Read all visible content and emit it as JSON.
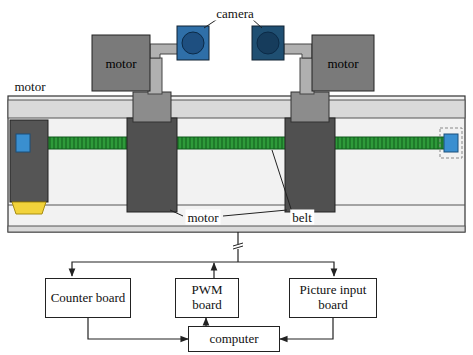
{
  "diagram": {
    "nodes": [
      {
        "text": [
          "Counter board"
        ]
      },
      {
        "text": [
          "PWM board"
        ]
      },
      {
        "text": [
          "Picture input board"
        ]
      },
      {
        "text": [
          "computer"
        ]
      }
    ],
    "edges": [
      {
        "from": 0,
        "to": 3,
        "arrow": "to"
      },
      {
        "from": 3,
        "to": 1,
        "arrow": "to"
      },
      {
        "from": 2,
        "to": 3,
        "arrow": "to"
      }
    ],
    "labels": [
      "camera",
      "motor",
      "motor",
      "motor",
      "motor",
      "belt"
    ]
  }
}
